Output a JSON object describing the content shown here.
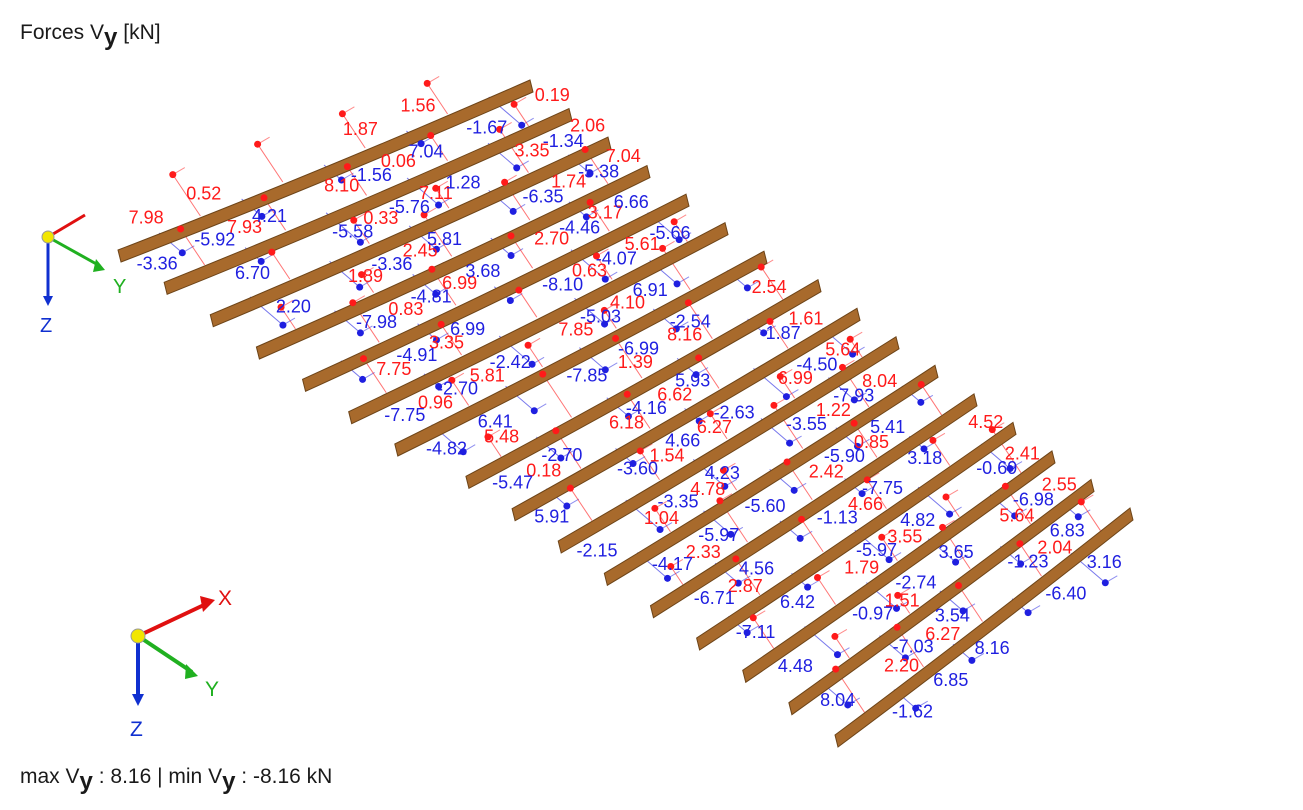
{
  "title": {
    "prefix": "Forces V",
    "subscript": "y",
    "unit": "[kN]"
  },
  "summary": {
    "max_label": "max V",
    "max_sub": "y",
    "max_value": ": 8.16 |",
    "min_label": " min V",
    "min_sub": "y",
    "min_value": ": -8.16 kN"
  },
  "axes": {
    "x": "X",
    "y": "Y",
    "z": "Z"
  },
  "colors": {
    "positive": "#ff1a1a",
    "negative": "#1f1fe0",
    "member": "#a86a2c",
    "member_dark": "#6d4418",
    "axis_x": "#e01010",
    "axis_y": "#20b020",
    "axis_z": "#1030d0",
    "origin": "#f2e600"
  },
  "labels_positive": [
    "7.98",
    "8.10",
    "3.35",
    "1.89",
    "2.70",
    "7.75",
    "7.85",
    "2.54",
    "6.18",
    "6.99",
    "1.04",
    "2.42",
    "4.52",
    "1.79",
    "5.64",
    "2.20",
    "1.87",
    "0.19",
    "0.33",
    "1.74",
    "0.83",
    "0.63",
    "0.96",
    "1.39",
    "1.61",
    "1.54",
    "1.22",
    "2.33",
    "4.66",
    "2.41",
    "1.51",
    "2.04",
    "0.52",
    "0.06",
    "2.06",
    "2.45",
    "3.17",
    "3.35",
    "4.10",
    "5.48",
    "6.62",
    "5.64",
    "4.78",
    "0.85",
    "2.87",
    "3.55",
    "2.55",
    "6.27",
    "1.56",
    "7.93",
    "7.11",
    "7.04",
    "6.99",
    "5.61",
    "5.81",
    "8.16",
    "0.18",
    "6.27",
    "8.04"
  ],
  "labels_negative": [
    "-3.36",
    "-5.58",
    "-6.35",
    "-7.98",
    "-8.10",
    "-7.75",
    "-7.85",
    "-1.87",
    "-3.60",
    "-3.55",
    "-4.17",
    "-1.13",
    "-0.69",
    "-0.97",
    "-1.23",
    "-1.62",
    "-1.56",
    "-1.34",
    "-3.36",
    "-4.46",
    "-4.91",
    "-5.03",
    "-4.82",
    "-4.16",
    "-4.50",
    "-3.35",
    "-5.90",
    "-6.71",
    "-5.97",
    "-6.98",
    "-7.03",
    "-6.40",
    "-5.92",
    "-5.76",
    "-5.38",
    "-4.81",
    "-4.07",
    "-2.70",
    "-6.99",
    "-5.47",
    "4.66",
    "-7.93",
    "-5.97",
    "-7.75",
    "-7.11",
    "-2.74",
    "6.83",
    "6.85",
    "7.04",
    "6.70",
    "5.81",
    "6.66",
    "6.99",
    "6.91",
    "6.41",
    "5.93",
    "5.91",
    "4.23",
    "5.41",
    "4.56",
    "4.82",
    "4.48",
    "3.54",
    "3.16",
    "4.21",
    "1.28",
    "2.20",
    "3.68",
    "-5.66",
    "-2.42",
    "-2.54",
    "-2.70",
    "-2.63",
    "-2.15",
    "-5.60",
    "3.18",
    "6.42",
    "3.65",
    "8.04",
    "8.16",
    "-1.67"
  ]
}
